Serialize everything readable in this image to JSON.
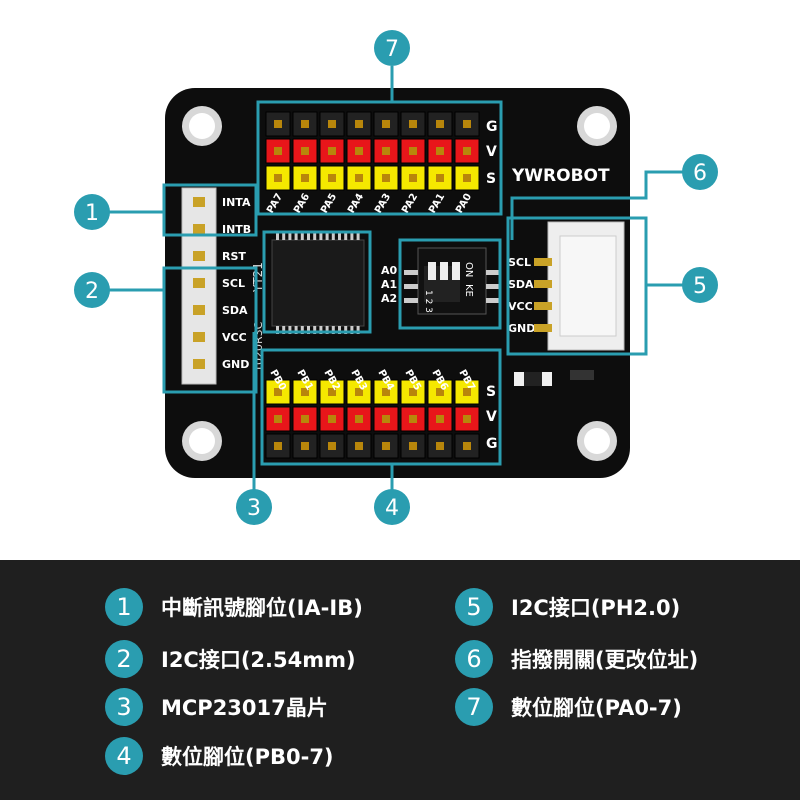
{
  "board": {
    "brand": "YWROBOT",
    "row_labels_top": [
      "G",
      "V",
      "S"
    ],
    "row_labels_bottom": [
      "S",
      "V",
      "G"
    ],
    "pins_top": [
      "PA7",
      "PA6",
      "PA5",
      "PA4",
      "PA3",
      "PA2",
      "PA1",
      "PA0"
    ],
    "pins_bottom": [
      "PB0",
      "PB1",
      "PB2",
      "PB3",
      "PB4",
      "PB5",
      "PB6",
      "PB7"
    ],
    "left_header": [
      "INTA",
      "INTB",
      "RST",
      "SCL",
      "SDA",
      "VCC",
      "GND"
    ],
    "right_header": [
      "SCL",
      "SDA",
      "VCC",
      "GND"
    ],
    "addr_labels": [
      "A0",
      "A1",
      "A2"
    ],
    "dip_text_on": "ON",
    "dip_text_ke": "KE",
    "dip_numbers": "1 2 3",
    "chip_text": "YT21",
    "chip_text2": "1020R3C"
  },
  "callouts": [
    "1",
    "2",
    "3",
    "4",
    "5",
    "6",
    "7"
  ],
  "legend": [
    {
      "num": "1",
      "text": "中斷訊號腳位(IA-IB)"
    },
    {
      "num": "2",
      "text": "I2C接口(2.54mm)"
    },
    {
      "num": "3",
      "text": "MCP23017晶片"
    },
    {
      "num": "4",
      "text": "數位腳位(PB0-7)"
    },
    {
      "num": "5",
      "text": "I2C接口(PH2.0)"
    },
    {
      "num": "6",
      "text": "指撥開關(更改位址)"
    },
    {
      "num": "7",
      "text": "數位腳位(PA0-7)"
    }
  ],
  "colors": {
    "accent": "#2a9db0",
    "board": "#0d0d0d",
    "red_pin": "#e8161a",
    "yellow_pin": "#f5e800",
    "black_pin": "#222222"
  }
}
